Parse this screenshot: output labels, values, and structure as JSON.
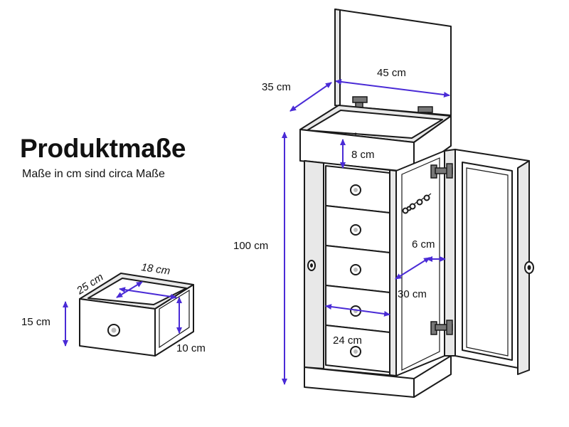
{
  "heading": {
    "title": "Produktmaße",
    "subtitle": "Maße in cm sind circa Maße"
  },
  "dimensions": {
    "lid_width": "45 cm",
    "depth": "35 cm",
    "lid_height": "8 cm",
    "total_height": "100 cm",
    "door_frame": "6 cm",
    "inner_depth": "30 cm",
    "drawer_width": "24 cm",
    "small_drawer_depth": "25 cm",
    "small_drawer_width": "18 cm",
    "small_drawer_height": "15 cm",
    "small_drawer_inner_height": "10 cm"
  },
  "colors": {
    "arrow": "#4a2bd6",
    "line": "#1a1a1a"
  }
}
